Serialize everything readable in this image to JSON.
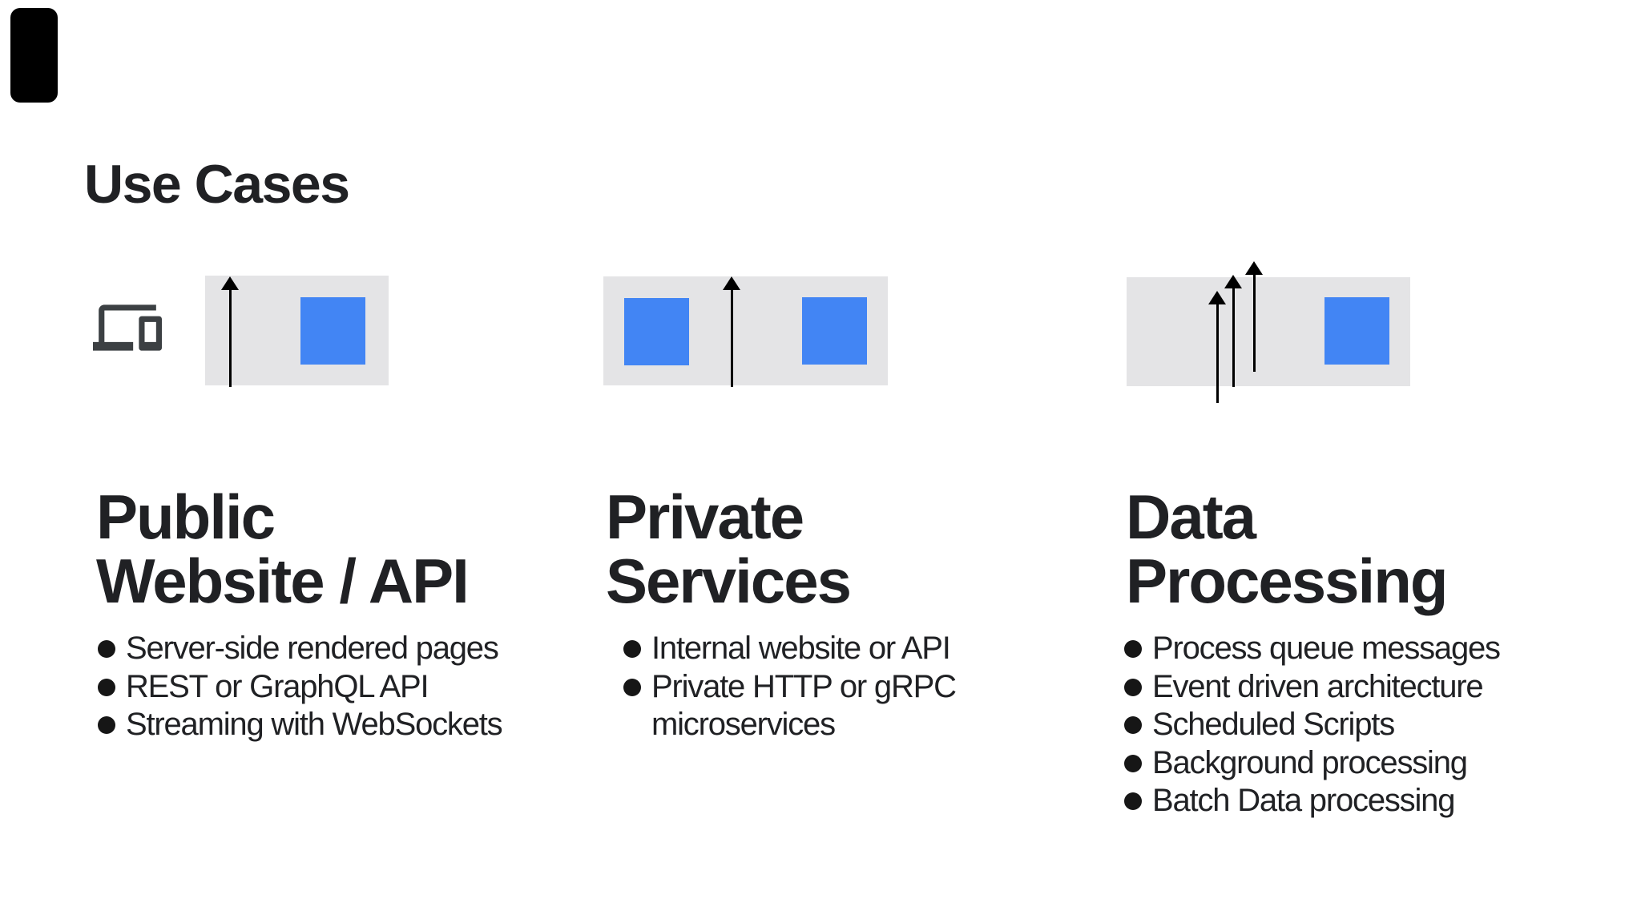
{
  "slide": {
    "title": "Use Cases",
    "background": "#ffffff",
    "corner_tab_color": "#000000"
  },
  "colors": {
    "accent_blue": "#4285f4",
    "band_gray": "#e4e4e6",
    "text_dark": "#202124",
    "icon_gray": "#3c4043",
    "arrow_black": "#000000"
  },
  "columns": [
    {
      "id": "public-website-api",
      "title_lines": [
        "Public",
        "Website / API"
      ],
      "bullets": [
        "Server-side rendered pages",
        "REST or GraphQL API",
        "Streaming with WebSockets"
      ],
      "illustration": {
        "icon": "devices-icon",
        "up_arrows": 1,
        "blue_squares": 1
      }
    },
    {
      "id": "private-services",
      "title_lines": [
        "Private",
        "Services"
      ],
      "bullets": [
        "Internal website or API",
        "Private HTTP or gRPC\nmicroservices"
      ],
      "illustration": {
        "up_arrows": 1,
        "blue_squares": 2
      }
    },
    {
      "id": "data-processing",
      "title_lines": [
        "Data",
        "Processing"
      ],
      "bullets": [
        "Process queue messages",
        "Event driven architecture",
        "Scheduled Scripts",
        "Background processing",
        "Batch Data processing"
      ],
      "illustration": {
        "up_arrows": 3,
        "blue_squares": 1
      }
    }
  ]
}
